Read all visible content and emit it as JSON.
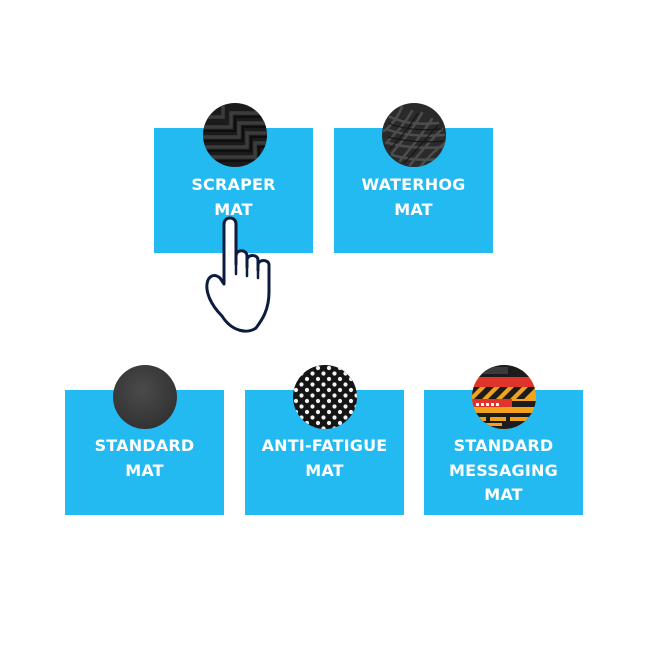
{
  "mats": [
    {
      "id": "scraper",
      "lines": [
        "SCRAPER",
        "MAT"
      ],
      "swatch": "scraper-rubber-texture-icon"
    },
    {
      "id": "waterhog",
      "lines": [
        "WATERHOG",
        "MAT"
      ],
      "swatch": "waterhog-weave-texture-icon"
    },
    {
      "id": "standard",
      "lines": [
        "STANDARD",
        "MAT"
      ],
      "swatch": "standard-mat-texture-icon"
    },
    {
      "id": "anti-fatigue",
      "lines": [
        "ANTI-FATIGUE",
        "MAT"
      ],
      "swatch": "anti-fatigue-dotted-texture-icon"
    },
    {
      "id": "standard-messaging",
      "lines": [
        "STANDARD",
        "MESSAGING",
        "MAT"
      ],
      "swatch": "messaging-mat-print-icon"
    }
  ],
  "colors": {
    "card": "#22baf0",
    "label": "#ffffff",
    "hand_outline": "#0d1b3e"
  },
  "pointer": "hand-pointer-icon"
}
